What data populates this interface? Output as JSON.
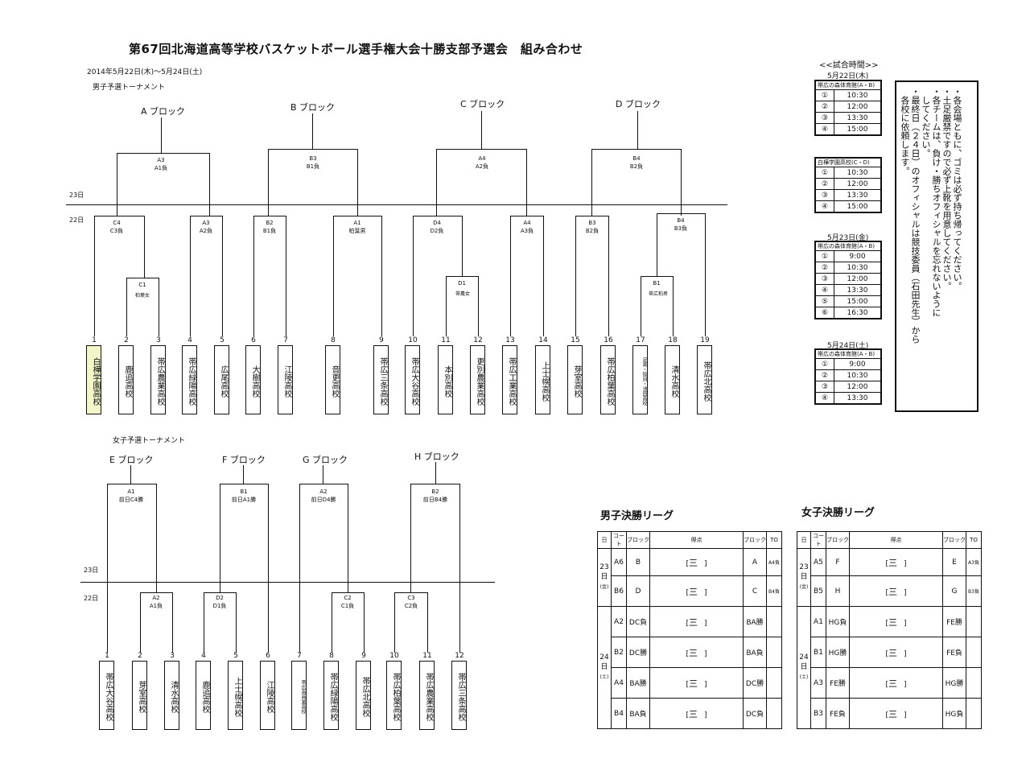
{
  "title": "第67回北海道高等学校バスケットボール選手権大会十勝支部予選会　組み合わせ",
  "dates": "2014年5月22日(木)～5月24日(土)",
  "boys": {
    "heading": "男子予選トーナメント",
    "day23": "23日",
    "day22": "22日",
    "blocks": [
      {
        "name": "A ブロック",
        "top": "A3",
        "top2": "A1負"
      },
      {
        "name": "B ブロック",
        "top": "B3",
        "top2": "B1負"
      },
      {
        "name": "C ブロック",
        "top": "A4",
        "top2": "A2負"
      },
      {
        "name": "D ブロック",
        "top": "B4",
        "top2": "B2負"
      }
    ],
    "mid": [
      {
        "a": "C4",
        "b": "C3負"
      },
      {
        "a": "A3",
        "b": "A2負"
      },
      {
        "a": "B2",
        "b": "B1負"
      },
      {
        "a": "A1",
        "b": "柏葉男"
      },
      {
        "a": "D4",
        "b": "D2負"
      },
      {
        "a": "A4",
        "b": "A3負"
      },
      {
        "a": "B3",
        "b": "B2負"
      },
      {
        "a": "B4",
        "b": "B3負"
      }
    ],
    "low": [
      {
        "a": "C1",
        "b": "柏葉女"
      },
      {
        "a": "D1",
        "b": "帯農女"
      },
      {
        "a": "B1",
        "b": "帯広柏男"
      }
    ],
    "teams": [
      {
        "n": "1",
        "name": "白樺学園高校"
      },
      {
        "n": "2",
        "name": "鹿追高校"
      },
      {
        "n": "3",
        "name": "帯広農業高校"
      },
      {
        "n": "4",
        "name": "帯広緑陽高校"
      },
      {
        "n": "5",
        "name": "広尾高校"
      },
      {
        "n": "6",
        "name": "大樹高校"
      },
      {
        "n": "7",
        "name": "江陵高校"
      },
      {
        "n": "8",
        "name": "音更高校"
      },
      {
        "n": "9",
        "name": "帯広三条高校"
      },
      {
        "n": "10",
        "name": "帯広大谷高校"
      },
      {
        "n": "11",
        "name": "本別高校"
      },
      {
        "n": "12",
        "name": "更別農業高校"
      },
      {
        "n": "13",
        "name": "帯広工業高校"
      },
      {
        "n": "14",
        "name": "上士幌高校"
      },
      {
        "n": "15",
        "name": "芽室高校"
      },
      {
        "n": "16",
        "name": "帯広柏葉高校"
      },
      {
        "n": "17",
        "name": "足寄・陸別・池田高校"
      },
      {
        "n": "18",
        "name": "清水高校"
      },
      {
        "n": "19",
        "name": "帯広北高校"
      }
    ]
  },
  "girls": {
    "heading": "女子予選トーナメント",
    "day23": "23日",
    "day22": "22日",
    "blocks": [
      {
        "name": "E ブロック",
        "top": "A1",
        "top2": "前日C4勝"
      },
      {
        "name": "F ブロック",
        "top": "B1",
        "top2": "前日A1勝"
      },
      {
        "name": "G ブロック",
        "top": "A2",
        "top2": "前日D4勝"
      },
      {
        "name": "H ブロック",
        "top": "B2",
        "top2": "前日B4勝"
      }
    ],
    "mid": [
      {
        "a": "A2",
        "b": "A1負"
      },
      {
        "a": "D2",
        "b": "D1負"
      },
      {
        "a": "C2",
        "b": "C1負"
      },
      {
        "a": "C3",
        "b": "C2負"
      }
    ],
    "teams": [
      {
        "n": "1",
        "name": "帯広大谷高校"
      },
      {
        "n": "2",
        "name": "芽室高校"
      },
      {
        "n": "3",
        "name": "清水高校"
      },
      {
        "n": "4",
        "name": "鹿追高校"
      },
      {
        "n": "5",
        "name": "上士幌高校"
      },
      {
        "n": "6",
        "name": "江陵高校"
      },
      {
        "n": "7",
        "name": "帯広南商業高校"
      },
      {
        "n": "8",
        "name": "帯広緑陽高校"
      },
      {
        "n": "9",
        "name": "帯広北高校"
      },
      {
        "n": "10",
        "name": "帯広柏葉高校"
      },
      {
        "n": "11",
        "name": "帯広農業高校"
      },
      {
        "n": "12",
        "name": "帯広三条高校"
      }
    ]
  },
  "schedule": {
    "heading": "<<試合時間>>",
    "days": [
      {
        "date": "5月22日(木)",
        "venue": "帯広の森体育館(A・B)",
        "rows": [
          [
            "①",
            "10:30"
          ],
          [
            "②",
            "12:00"
          ],
          [
            "③",
            "13:30"
          ],
          [
            "④",
            "15:00"
          ]
        ]
      },
      {
        "date": "",
        "venue": "白樺学園高校(C・D)",
        "rows": [
          [
            "①",
            "10:30"
          ],
          [
            "②",
            "12:00"
          ],
          [
            "③",
            "13:30"
          ],
          [
            "④",
            "15:00"
          ]
        ]
      },
      {
        "date": "5月23日(金)",
        "venue": "帯広の森体育館(A・B)",
        "rows": [
          [
            "①",
            "9:00"
          ],
          [
            "②",
            "10:30"
          ],
          [
            "③",
            "12:00"
          ],
          [
            "④",
            "13:30"
          ],
          [
            "⑤",
            "15:00"
          ],
          [
            "⑥",
            "16:30"
          ]
        ]
      },
      {
        "date": "5月24日(土)",
        "venue": "帯広の森体育館(A・B)",
        "rows": [
          [
            "①",
            "9:00"
          ],
          [
            "②",
            "10:30"
          ],
          [
            "③",
            "12:00"
          ],
          [
            "④",
            "13:30"
          ]
        ]
      }
    ]
  },
  "notice": {
    "lines": [
      "・各会場ともに、ゴミは必ず持ち帰ってください。",
      "・土足厳禁ですので必ず上靴を用意してください。",
      "・各チームは、負け・勝ちオフィシャルを忘れないように",
      "　してください。",
      "・最終日（２４日）のオフィシャルは競技委員（石田先生）から",
      "　各校に依頼します。"
    ]
  },
  "boys_league": {
    "heading": "男子決勝リーグ",
    "cols": [
      "日",
      "コート",
      "ブロック",
      "得点",
      "ブロック",
      "TO"
    ],
    "score": "三",
    "day23": {
      "d": "23",
      "u": "日",
      "w": "(金)"
    },
    "day24": {
      "d": "24",
      "u": "日",
      "w": "(土)"
    },
    "rows": [
      {
        "c": "A6",
        "l": "B",
        "r": "A",
        "to": "A4負"
      },
      {
        "c": "B6",
        "l": "D",
        "r": "C",
        "to": "B4負"
      },
      {
        "c": "A2",
        "l": "DC負",
        "r": "BA勝",
        "to": ""
      },
      {
        "c": "B2",
        "l": "DC勝",
        "r": "BA負",
        "to": ""
      },
      {
        "c": "A4",
        "l": "BA勝",
        "r": "DC勝",
        "to": ""
      },
      {
        "c": "B4",
        "l": "BA負",
        "r": "DC負",
        "to": ""
      }
    ]
  },
  "girls_league": {
    "heading": "女子決勝リーグ",
    "cols": [
      "日",
      "コート",
      "ブロック",
      "得点",
      "ブロック",
      "TO"
    ],
    "score": "三",
    "day23": {
      "d": "23",
      "u": "日",
      "w": "(金)"
    },
    "day24": {
      "d": "24",
      "u": "日",
      "w": "(土)"
    },
    "rows": [
      {
        "c": "A5",
        "l": "F",
        "r": "E",
        "to": "A3負"
      },
      {
        "c": "B5",
        "l": "H",
        "r": "G",
        "to": "B3負"
      },
      {
        "c": "A1",
        "l": "HG負",
        "r": "FE勝",
        "to": ""
      },
      {
        "c": "B1",
        "l": "HG勝",
        "r": "FE負",
        "to": ""
      },
      {
        "c": "A3",
        "l": "FE勝",
        "r": "HG勝",
        "to": ""
      },
      {
        "c": "B3",
        "l": "FE負",
        "r": "HG負",
        "to": ""
      }
    ]
  }
}
